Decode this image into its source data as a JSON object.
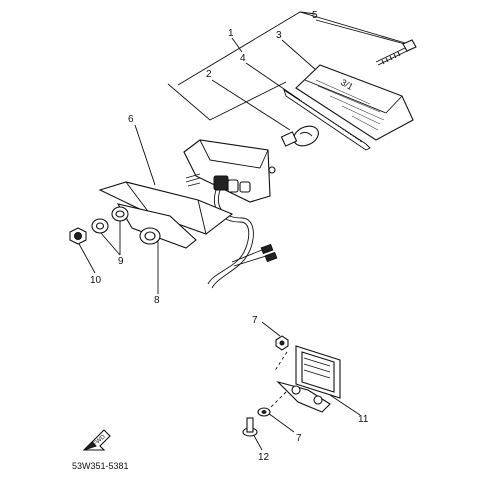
{
  "callouts": [
    "1",
    "2",
    "3",
    "4",
    "5",
    "6",
    "7",
    "7",
    "8",
    "9",
    "10",
    "11",
    "12"
  ],
  "drawing_code": "53W351-5381",
  "fwd_label": "FWD",
  "lens_marking": "3/1"
}
